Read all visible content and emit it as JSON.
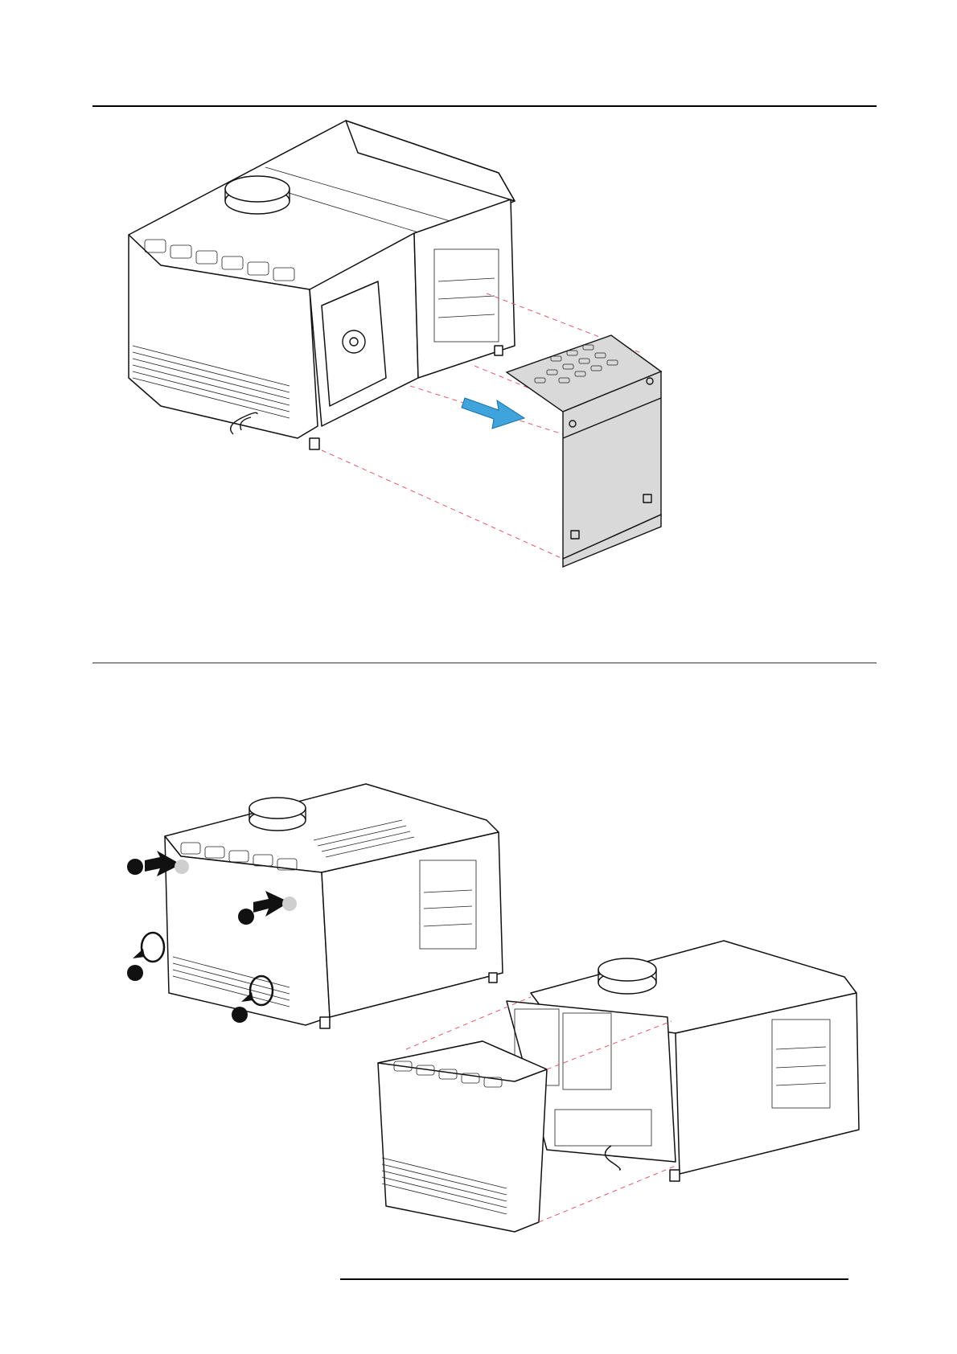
{
  "page": {
    "background": "#ffffff",
    "accent_arrow_color": "#3fa4db",
    "guide_line_color": "#e05a6a"
  },
  "figures": [
    {
      "id": "figure-1",
      "subject": "projector-with-side-cover-removal",
      "icons": [
        "projector-body",
        "removed-side-cover",
        "removal-arrow"
      ]
    },
    {
      "id": "figure-2",
      "subject": "projector-front-cover-removal",
      "callouts": [
        "",
        "",
        "",
        ""
      ],
      "icons": [
        "pull-arrow",
        "rotate-screw-icon"
      ]
    }
  ]
}
